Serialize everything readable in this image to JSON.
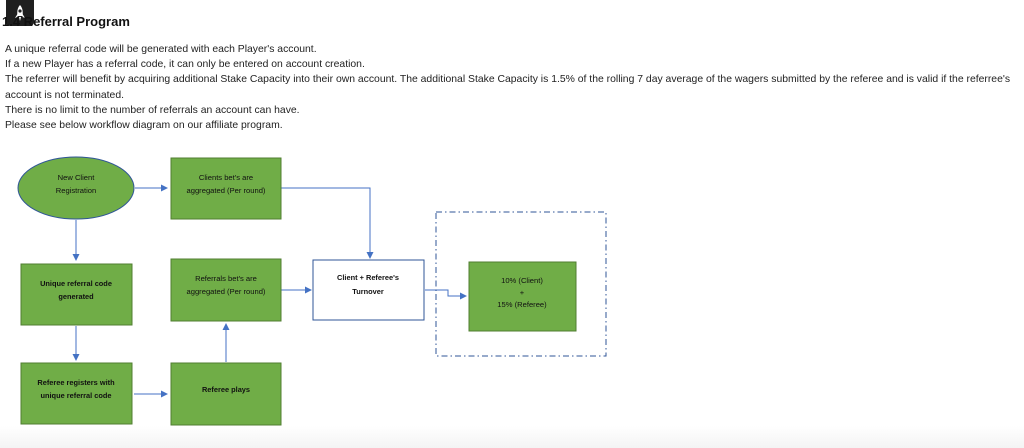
{
  "document": {
    "title": "1.4 Referral Program",
    "paragraphs": [
      "A unique referral code will be generated with each Player's account.",
      "If a new Player has a referral code, it can only be entered on account creation.",
      "The referrer will benefit by acquiring additional Stake Capacity into their own account. The additional Stake Capacity is 1.5% of the rolling 7 day average of the wagers submitted by the referee and is valid if the referree's account is not terminated.",
      "There is no limit to the number of referrals an account can have.",
      "Please see below workflow diagram on our affiliate program."
    ]
  },
  "diagram": {
    "nodes": {
      "new_client": [
        "New Client",
        "Registration"
      ],
      "clients_bets": [
        "Clients bet's are",
        "aggregated (Per round)"
      ],
      "unique_code": [
        "Unique referral code",
        "generated"
      ],
      "referrals_bets": [
        "Referrals bet's are",
        "aggregated (Per round)"
      ],
      "turnover": [
        "Client + Referee's",
        "Turnover"
      ],
      "result": [
        "10% (Client)",
        "+",
        "15% (Referee)"
      ],
      "referee_registers": [
        "Referee registers with",
        "unique referral code"
      ],
      "referee_plays": [
        "Referee plays"
      ]
    }
  },
  "colors": {
    "node_fill": "#70ad47",
    "node_border": "#507e32",
    "arrow": "#4472c4",
    "dashed_border": "#2f5597"
  },
  "icons": {
    "logo": "rocket-icon"
  }
}
